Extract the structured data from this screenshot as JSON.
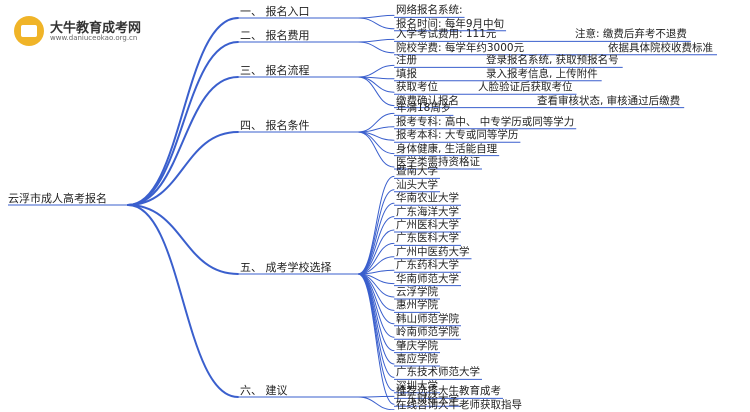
{
  "logo": {
    "name": "大牛教育成考网",
    "url": "www.daniuceokao.org.cn"
  },
  "root": "云浮市成人高考报名",
  "branches": [
    {
      "label": "一、 报名入口",
      "items": [
        {
          "text": "网络报名系统:"
        },
        {
          "text": "报名时间: 每年9月中旬"
        }
      ]
    },
    {
      "label": "二、 报名费用",
      "items": [
        {
          "text": "入学考试费用: 111元",
          "note": "注意: 缴费后弃考不退费"
        },
        {
          "text": "院校学费: 每学年约3000元",
          "note": "依据具体院校收费标准"
        }
      ]
    },
    {
      "label": "三、 报名流程",
      "items": [
        {
          "text": "注册",
          "note": "登录报名系统, 获取预报名号"
        },
        {
          "text": "填报",
          "note": "录入报考信息, 上传附件"
        },
        {
          "text": "获取考位",
          "note": "人脸验证后获取考位"
        },
        {
          "text": "缴费确认报名",
          "note": "查看审核状态, 审核通过后缴费"
        }
      ]
    },
    {
      "label": "四、 报名条件",
      "items": [
        {
          "text": "年满18周岁"
        },
        {
          "text": "报考专科: 高中、 中专学历或同等学力"
        },
        {
          "text": "报考本科: 大专或同等学历"
        },
        {
          "text": "身体健康, 生活能自理"
        },
        {
          "text": "医学类需持资格证"
        }
      ]
    },
    {
      "label": "五、 成考学校选择",
      "items": [
        {
          "text": "暨南大学"
        },
        {
          "text": "汕头大学"
        },
        {
          "text": "华南农业大学"
        },
        {
          "text": "广东海洋大学"
        },
        {
          "text": "广州医科大学"
        },
        {
          "text": "广东医科大学"
        },
        {
          "text": "广州中医药大学"
        },
        {
          "text": "广东药科大学"
        },
        {
          "text": "华南师范大学"
        },
        {
          "text": "云浮学院"
        },
        {
          "text": "惠州学院"
        },
        {
          "text": "韩山师范学院"
        },
        {
          "text": "岭南师范学院"
        },
        {
          "text": "肇庆学院"
        },
        {
          "text": "嘉应学院"
        },
        {
          "text": "广东技术师范大学"
        },
        {
          "text": "深圳大学"
        },
        {
          "text": "广东财经大学"
        }
      ]
    },
    {
      "label": "六、 建议",
      "items": [
        {
          "text": "推荐选择大牛教育成考"
        },
        {
          "text": "在线咨询大牛老师获取指导"
        }
      ]
    }
  ],
  "colors": {
    "link": "#3a5fcd",
    "underline": "#3a5fcd",
    "note_underline": "#e53935",
    "text": "#222222"
  }
}
